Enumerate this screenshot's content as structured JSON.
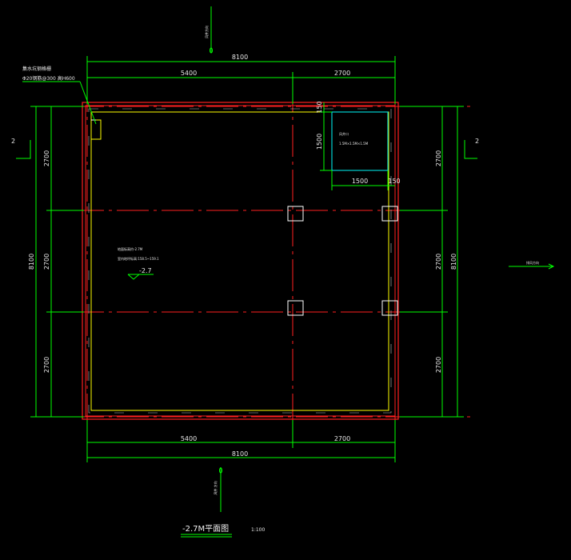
{
  "drawing": {
    "title": "-2.7M平面图",
    "scale": "1:100",
    "north_arrow_label": "风井方向",
    "bottom_arrow_label": "风井 方向",
    "right_arrow_label": "排风方向",
    "section_mark_left": "2",
    "section_mark_right": "2"
  },
  "dimensions": {
    "top_total": "8100",
    "top_left": "5400",
    "top_right": "2700",
    "bottom_left": "5400",
    "bottom_right": "2700",
    "bottom_total": "8100",
    "left_total": "8100",
    "left_seg1": "2700",
    "left_seg2": "2700",
    "left_seg3": "2700",
    "right_total": "8100",
    "right_seg1": "2700",
    "right_seg2": "2700",
    "right_seg3": "2700",
    "opening_height": "1500",
    "opening_width": "1500",
    "opening_offset_top": "150",
    "opening_offset_right": "150"
  },
  "annotations": {
    "corner_note_line1": "集水坑钢格栅",
    "corner_note_line2": "Φ20钢筋@300 高H600",
    "opening_label": "风井口",
    "opening_size": "1.5M×1.5M×1.5M",
    "floor_note_line1": "地面标高约-2.7M",
    "floor_note_line2": "室内地坪标高:158.5~159.1",
    "level_mark": "-2.7"
  },
  "colors": {
    "background": "#000000",
    "dimension": "#00ff00",
    "axis": "#ff2020",
    "wall_outer": "#ff2020",
    "wall_inner": "#ffff00",
    "opening": "#00d0d0",
    "text": "#e8e8e8"
  }
}
